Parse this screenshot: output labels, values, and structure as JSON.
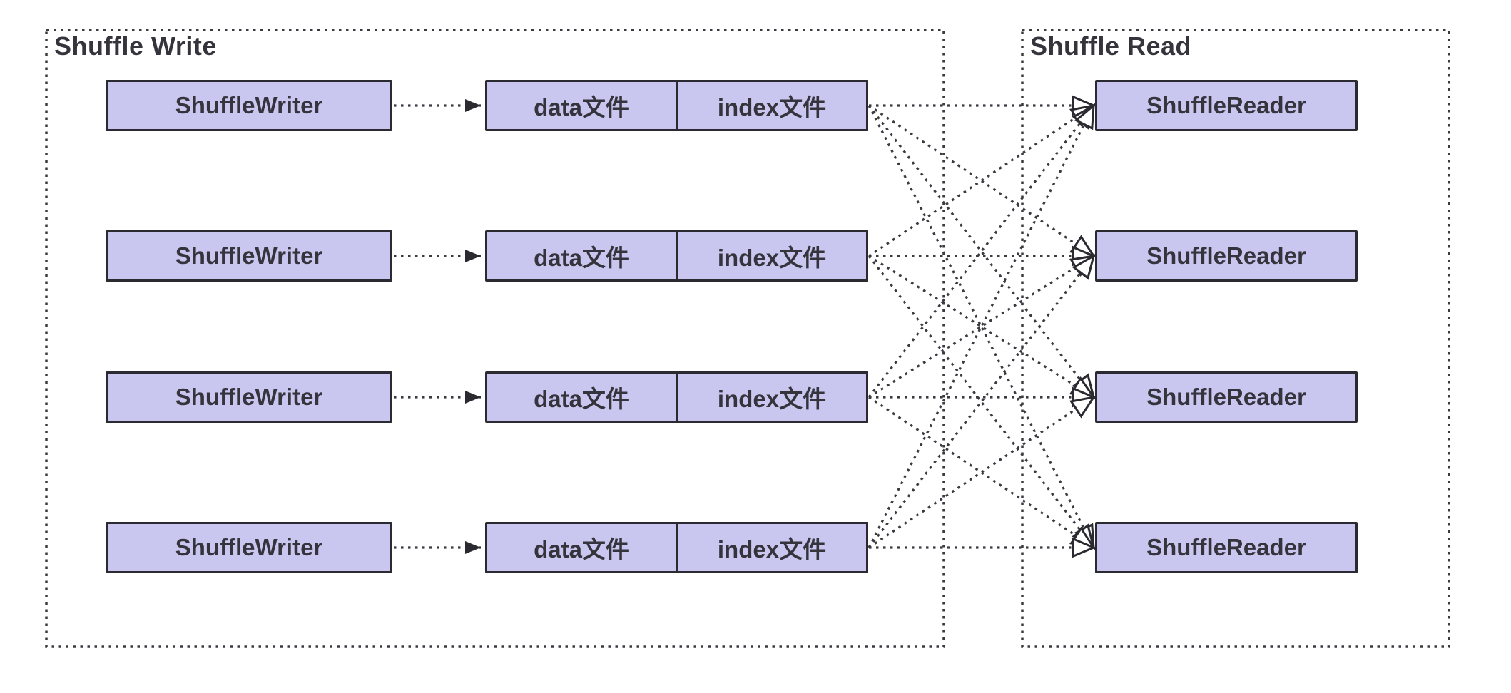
{
  "write_group": {
    "title": "Shuffle Write"
  },
  "read_group": {
    "title": "Shuffle Read"
  },
  "rows": [
    {
      "writer": "ShuffleWriter",
      "data_file": "data文件",
      "index_file": "index文件",
      "reader": "ShuffleReader"
    },
    {
      "writer": "ShuffleWriter",
      "data_file": "data文件",
      "index_file": "index文件",
      "reader": "ShuffleReader"
    },
    {
      "writer": "ShuffleWriter",
      "data_file": "data文件",
      "index_file": "index文件",
      "reader": "ShuffleReader"
    },
    {
      "writer": "ShuffleWriter",
      "data_file": "data文件",
      "index_file": "index文件",
      "reader": "ShuffleReader"
    }
  ],
  "colors": {
    "background": "#ffffff",
    "box_fill": "#c9c6f0",
    "box_border": "#2b2a31",
    "line": "#3b3a40",
    "text": "#35343c"
  }
}
